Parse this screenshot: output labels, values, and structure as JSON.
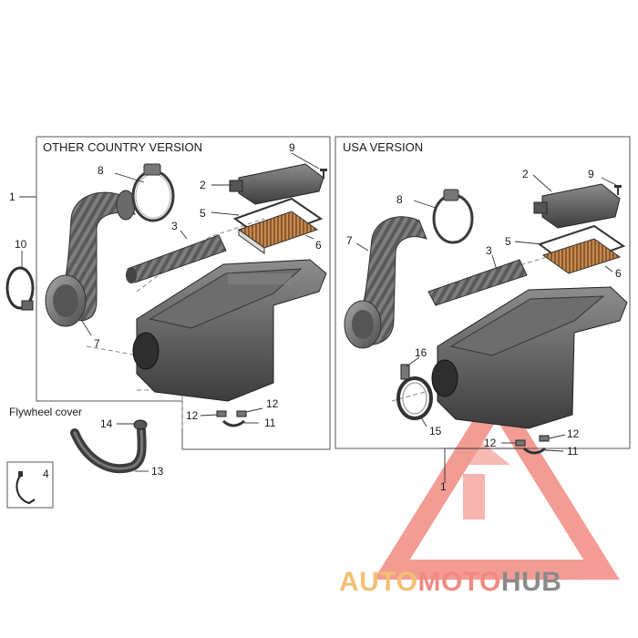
{
  "sections": {
    "other": {
      "title": "OTHER COUNTRY VERSION"
    },
    "usa": {
      "title": "USA VERSION"
    }
  },
  "labels": {
    "flywheel_cover": "Flywheel cover"
  },
  "callouts": {
    "other": [
      "1",
      "2",
      "3",
      "5",
      "6",
      "7",
      "8",
      "9",
      "10",
      "11",
      "12",
      "12",
      "13",
      "14"
    ],
    "usa": [
      "1",
      "2",
      "3",
      "5",
      "6",
      "7",
      "8",
      "9",
      "11",
      "12",
      "12",
      "15",
      "16"
    ],
    "misc": [
      "4"
    ]
  },
  "watermark": {
    "brand_a": "AUTO",
    "brand_b": "MOTO",
    "brand_c": "HUB",
    "colors": {
      "auto": "#f5c074",
      "moto": "#f08a82",
      "hub": "#8a8a8a",
      "logo": "#f28b82"
    }
  },
  "colors": {
    "part_dark": "#4a4a4a",
    "part_mid": "#6e6e6e",
    "part_light": "#9a9a9a",
    "filter": "#c98c5a"
  }
}
